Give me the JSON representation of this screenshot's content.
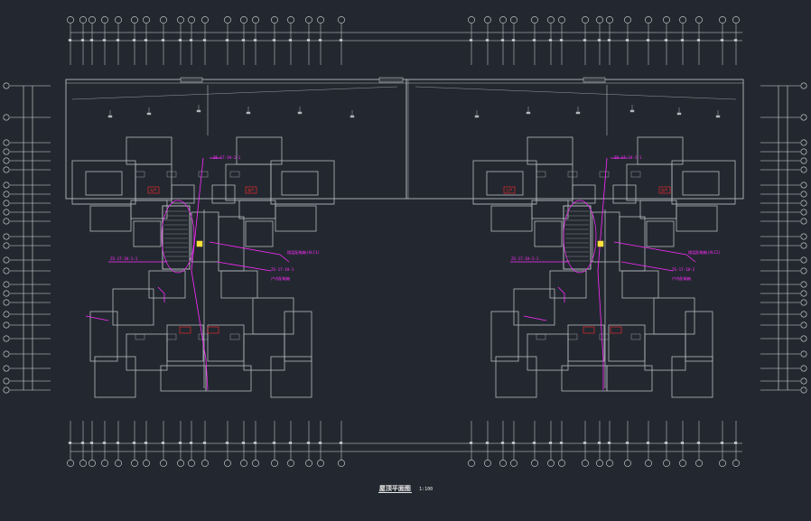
{
  "drawing": {
    "title": "屋顶平面图",
    "scale": "1:100",
    "colors": {
      "background": "#232830",
      "walls": "#b4b8bd",
      "dims": "#d8dadc",
      "annotation": "#ff2bff",
      "room_tag": "#ff2a2a",
      "marker": "#ffe23a"
    }
  },
  "units": [
    {
      "name": "left",
      "tags": [
        "A户",
        "B户"
      ],
      "notes": [
        {
          "kind": "riser",
          "text": "ZS-17-1H-1-1"
        },
        {
          "kind": "riser",
          "text": "ZS-17-1H-1-1"
        },
        {
          "kind": "riser",
          "text": "ZS-17-1H-1"
        },
        {
          "kind": "box",
          "text": "楼层配电箱(ALC1)"
        },
        {
          "kind": "box",
          "text": "户内配电箱"
        }
      ]
    },
    {
      "name": "right",
      "tags": [
        "C户",
        "D户"
      ],
      "notes": [
        {
          "kind": "riser",
          "text": "ZS-17-1H-2-1"
        },
        {
          "kind": "riser",
          "text": "ZS-17-1H-2-1"
        },
        {
          "kind": "riser",
          "text": "ZS-17-1H-2"
        },
        {
          "kind": "box",
          "text": "楼层配电箱(ALC2)"
        },
        {
          "kind": "box",
          "text": "户内配电箱"
        }
      ]
    }
  ]
}
